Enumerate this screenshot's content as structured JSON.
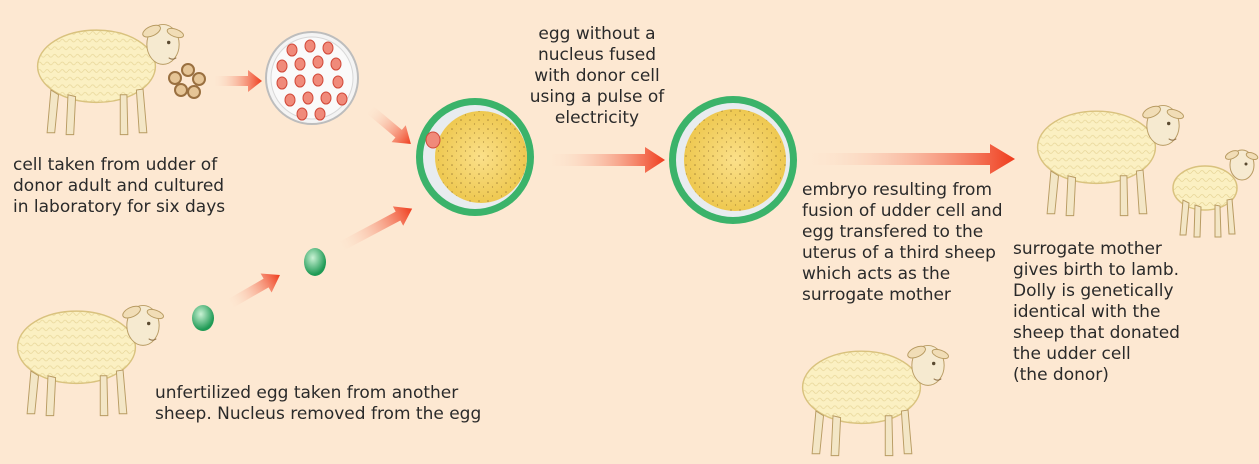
{
  "labels": {
    "donor": "cell taken from udder of\ndonor adult and cultured\nin laboratory for six days",
    "egg": "unfertilized egg taken from another\nsheep. Nucleus removed from the egg",
    "fusion": "egg without a\nnucleus fused\nwith donor cell\nusing a pulse of\nelectricity",
    "embryo": "embryo resulting from\nfusion of udder cell and\negg transfered to the\nuterus of a third sheep\nwhich acts as the\nsurrogate mother",
    "surrogate": "surrogate mother\ngives birth to lamb.\nDolly is genetically\nidentical with the\nsheep that donated\nthe udder cell\n(the donor)"
  },
  "colors": {
    "background": "#fde8d2",
    "wool": "#fbf0c2",
    "arrow": "#ef3b1c",
    "egg_ring": "#3bb36a",
    "cytoplasm": "#f4d46a",
    "cell_red": "#e9483a",
    "text": "#2a2a2a"
  },
  "icons": [
    "sheep-icon",
    "lamb-icon",
    "cells-icon",
    "petri-dish-icon",
    "egg-cell-icon",
    "arrow-icon"
  ]
}
